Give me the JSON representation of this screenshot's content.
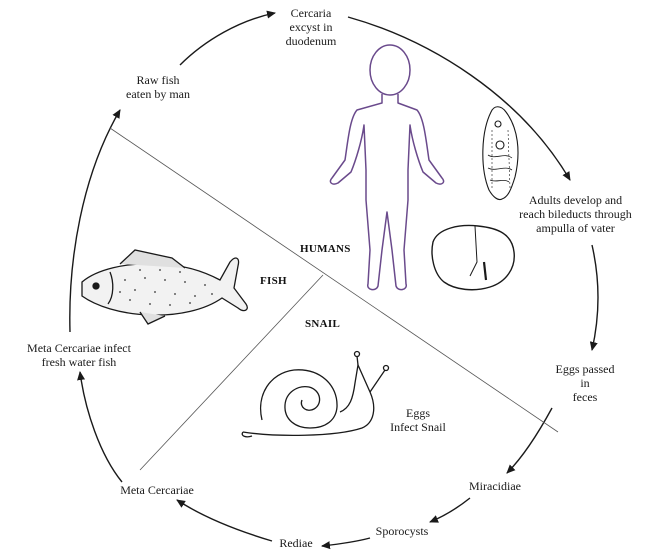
{
  "stages": {
    "cercaria": [
      "Cercaria",
      "excyst in",
      "duodenum"
    ],
    "raw_fish": [
      "Raw fish",
      "eaten by man"
    ],
    "adults": [
      "Adults develop and",
      "reach bileducts through",
      "ampulla of vater"
    ],
    "eggs_passed": [
      "Eggs passed",
      "in",
      "feces"
    ],
    "miracidiae": "Miracidiae",
    "sporocysts": "Sporocysts",
    "rediae": "Rediae",
    "meta_cercariae": "Meta Cercariae",
    "meta_infect": [
      "Meta Cercariae infect",
      "fresh water fish"
    ],
    "eggs_infect": [
      "Eggs",
      "Infect Snail"
    ]
  },
  "sections": {
    "humans": "HUMANS",
    "fish": "FISH",
    "snail": "SNAIL"
  },
  "icons": [
    "human-figure-icon",
    "liver-fluke-icon",
    "liver-icon",
    "fish-icon",
    "snail-icon"
  ],
  "colors": {
    "human_outline": "#6a4a8c",
    "ink": "#1a1a1a"
  }
}
